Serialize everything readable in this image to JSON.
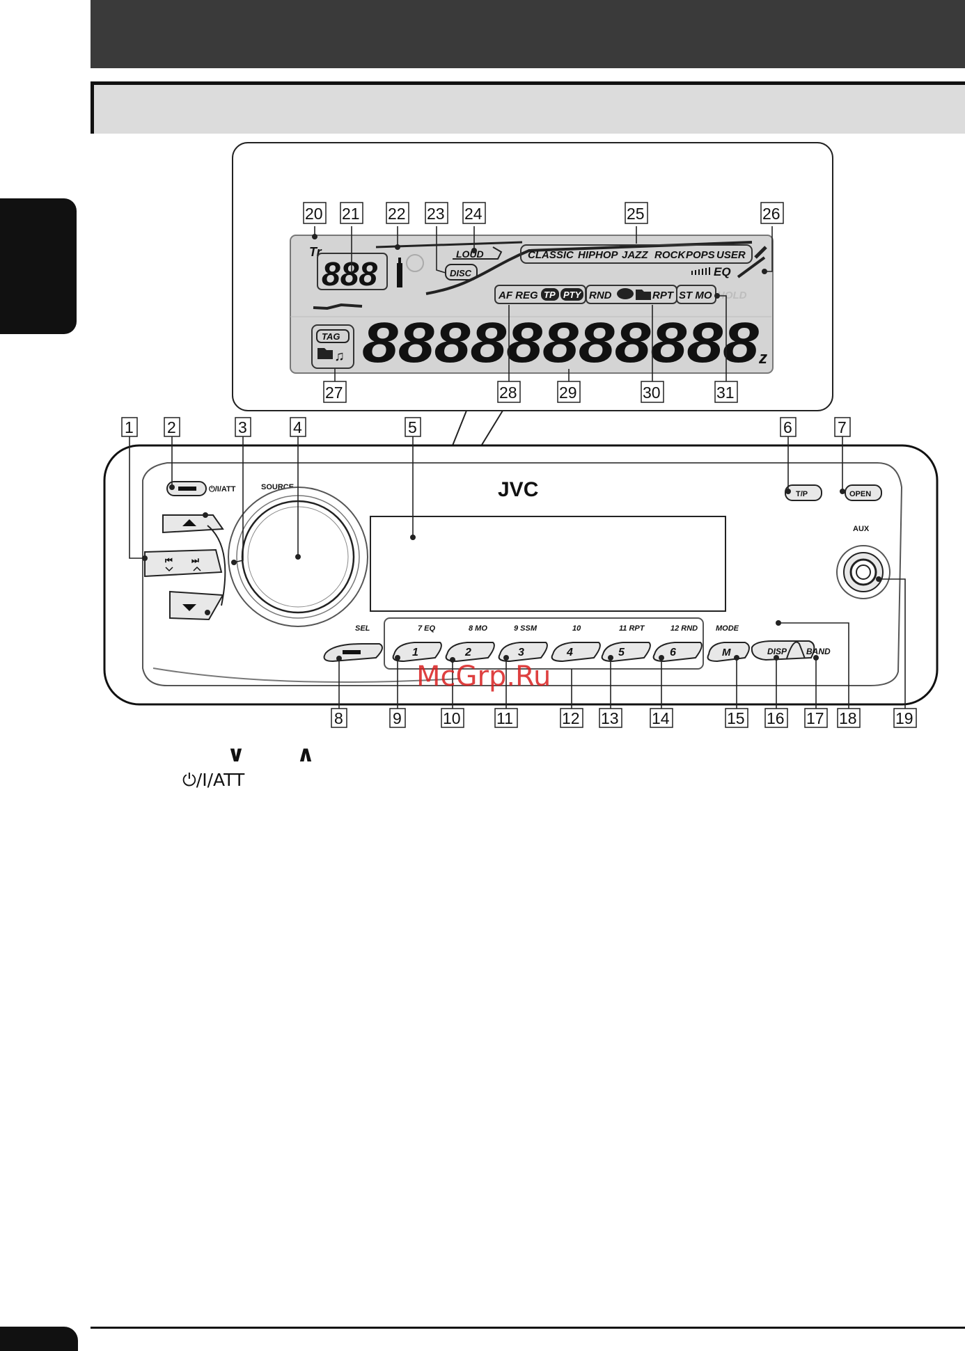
{
  "brand": "JVC",
  "lcd": {
    "tr_label": "Tr",
    "track_digits": "888",
    "loud": "LOUD",
    "disc": "DISC",
    "eq_modes": [
      "CLASSIC",
      "HIPHOP",
      "JAZZ",
      "ROCK",
      "POPS",
      "USER"
    ],
    "eq_label": "EQ",
    "af_reg": "AF REG",
    "tp": "TP",
    "pty": "PTY",
    "rnd": "RND",
    "rpt": "RPT",
    "st_mo": "ST MO",
    "hold": "HOLD",
    "tag": "TAG",
    "main_segments": "88888888888",
    "z_label": "z"
  },
  "panel": {
    "power_label": "⏻/I/ATT",
    "source_label": "SOURCE",
    "tp_button": "T/P",
    "open_button": "OPEN",
    "aux_label": "AUX",
    "sel_label": "SEL",
    "mode_label": "MODE",
    "preset_labels": [
      "7 EQ",
      "8 MO",
      "9 SSM",
      "10",
      "11 RPT",
      "12 RND"
    ],
    "preset_buttons": [
      "1",
      "2",
      "3",
      "4",
      "5",
      "6"
    ],
    "m_button": "M",
    "disp_button": "DISP",
    "band_button": "BAND",
    "prev_symbol": "⏮",
    "next_symbol": "⏭"
  },
  "callouts": [
    "1",
    "2",
    "3",
    "4",
    "5",
    "6",
    "7",
    "8",
    "9",
    "10",
    "11",
    "12",
    "13",
    "14",
    "15",
    "16",
    "17",
    "18",
    "19",
    "20",
    "21",
    "22",
    "23",
    "24",
    "25",
    "26",
    "27",
    "28",
    "29",
    "30",
    "31"
  ],
  "legend": {
    "down_symbol": "∨",
    "up_symbol": "∧",
    "power_att": "⏻/I/ATT"
  },
  "watermark": "McGrp.Ru"
}
